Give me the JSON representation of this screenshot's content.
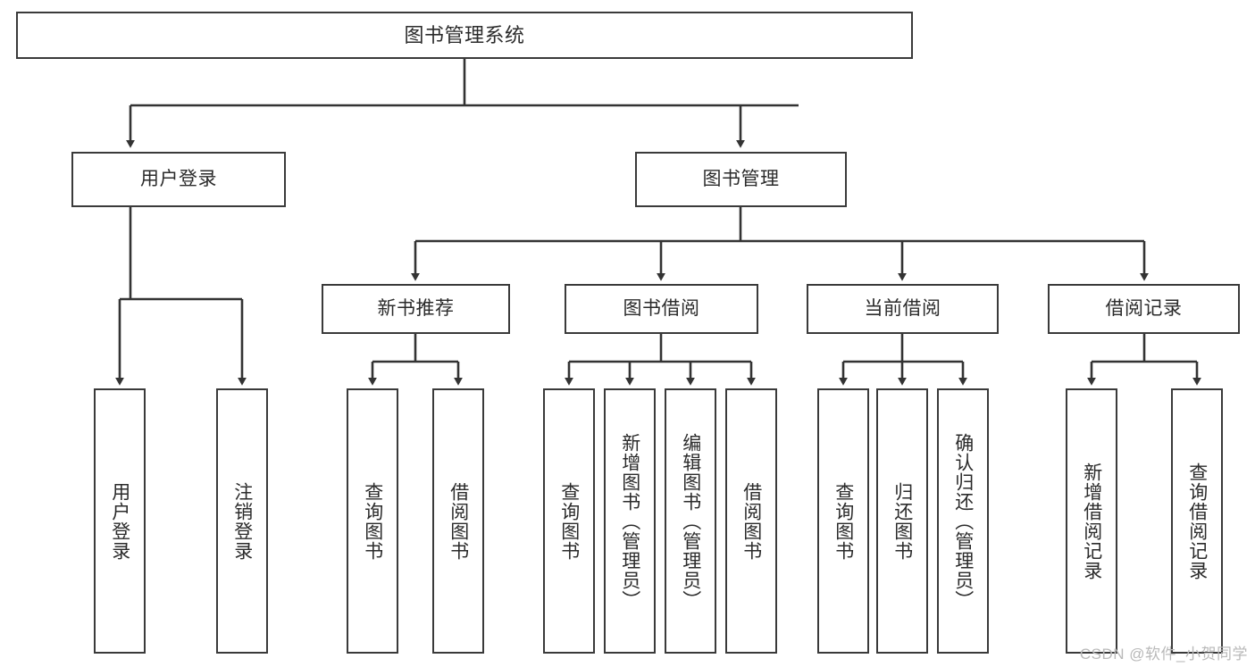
{
  "diagram": {
    "title": "图书管理系统",
    "type": "tree-hierarchy",
    "watermark": "CSDN @软件_小贺同学",
    "colors": {
      "box_border": "#3a3a3a",
      "box_fill": "#ffffff",
      "edge": "#333333",
      "text": "#2b2b2b",
      "watermark": "#b9b9b9",
      "background": "#ffffff"
    },
    "nodes": {
      "root": {
        "label": "图书管理系统"
      },
      "level2": [
        {
          "id": "user-login",
          "label": "用户登录"
        },
        {
          "id": "book-manage",
          "label": "图书管理"
        }
      ],
      "level3": [
        {
          "id": "new-book-recommend",
          "label": "新书推荐"
        },
        {
          "id": "book-borrow",
          "label": "图书借阅"
        },
        {
          "id": "current-borrow",
          "label": "当前借阅"
        },
        {
          "id": "borrow-record",
          "label": "借阅记录"
        }
      ],
      "leaves": {
        "user-login": [
          {
            "id": "leaf-user-login",
            "label": "用户登录"
          },
          {
            "id": "leaf-logout-login",
            "label": "注销登录"
          }
        ],
        "new-book-recommend": [
          {
            "id": "leaf-query-book-1",
            "label": "查询图书"
          },
          {
            "id": "leaf-borrow-book-1",
            "label": "借阅图书"
          }
        ],
        "book-borrow": [
          {
            "id": "leaf-query-book-2",
            "label": "查询图书"
          },
          {
            "id": "leaf-add-book",
            "label": "新增图书（管理员）"
          },
          {
            "id": "leaf-edit-book",
            "label": "编辑图书（管理员）"
          },
          {
            "id": "leaf-borrow-book-2",
            "label": "借阅图书"
          }
        ],
        "current-borrow": [
          {
            "id": "leaf-query-book-3",
            "label": "查询图书"
          },
          {
            "id": "leaf-return-book",
            "label": "归还图书"
          },
          {
            "id": "leaf-confirm-return",
            "label": "确认归还（管理员）"
          }
        ],
        "borrow-record": [
          {
            "id": "leaf-add-record",
            "label": "新增借阅记录"
          },
          {
            "id": "leaf-query-record",
            "label": "查询借阅记录"
          }
        ]
      }
    }
  }
}
